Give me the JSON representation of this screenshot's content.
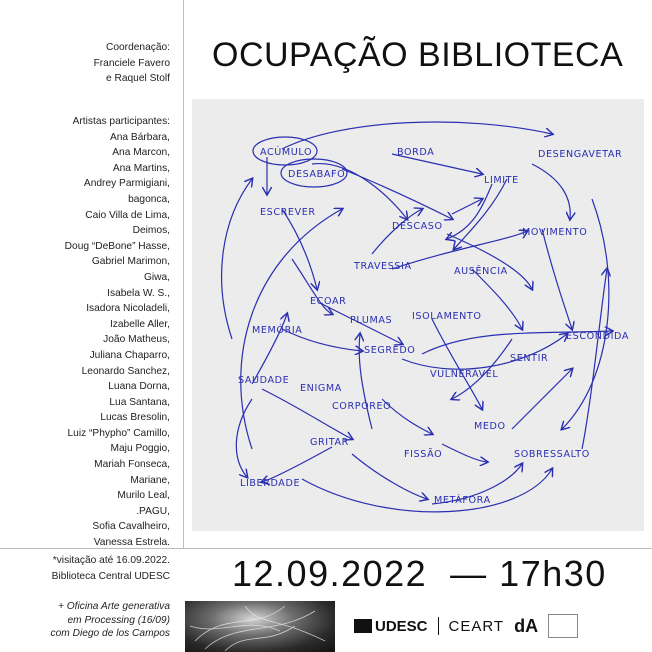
{
  "coordination": {
    "heading": "Coordenação:",
    "names": [
      "Franciele Favero",
      "e Raquel Stolf"
    ]
  },
  "title": "OCUPAÇÃO BIBLIOTECA",
  "artists": {
    "heading": "Artistas participantes:",
    "names": [
      "Ana Bárbara,",
      "Ana Marcon,",
      "Ana Martins,",
      "Andrey Parmigiani,",
      "bagonca,",
      "Caio Villa de Lima,",
      "Deimos,",
      "Doug “DeBone” Hasse,",
      "Gabriel Marimon,",
      "Giwa,",
      "Isabela W. S.,",
      "Isadora Nicoladeli,",
      "Izabelle Aller,",
      "João Matheus,",
      "Juliana Chaparro,",
      "Leonardo Sanchez,",
      "Luana Dorna,",
      "Lua Santana,",
      "Lucas Bresolin,",
      "Luiz “Phypho” Camillo,",
      "Maju Poggio,",
      "Mariah Fonseca,",
      "Mariane,",
      "Murilo Leal,",
      ".PAGU,",
      "Sofia Cavalheiro,",
      "Vanessa Estrela."
    ]
  },
  "visit": [
    "*visitação até 16.09.2022.",
    "Biblioteca Central UDESC"
  ],
  "workshop": [
    "+ Oficina Arte generativa",
    "em Processing (16/09)",
    "com Diego de los Campos"
  ],
  "datetime": "12.09.2022  — 17h30",
  "diagram_words": {
    "acumulo": "ACÚMULO",
    "desabafo": "DESABAFO",
    "escrever": "ESCREVER",
    "borda": "BORDA",
    "desengavetar": "DESENGAVETAR",
    "limite": "LIMITE",
    "descaso": "DESCASO",
    "movimento": "MOVIMENTO",
    "travessia": "TRAVESSIA",
    "ausencia": "AUSÊNCIA",
    "ecoar": "ECOAR",
    "memoria": "MEMÓRIA",
    "plumas": "PLUMAS",
    "isolamento": "ISOLAMENTO",
    "escondida": "ESCONDIDA",
    "segredo": "SEGREDO",
    "sentir": "SENTIR",
    "saudade": "SAUDADE",
    "enigma": "ENIGMA",
    "vulneravel": "VULNERÁVEL",
    "corporeo": "CORPÓREO",
    "medo": "MEDO",
    "gritar": "GRITAR",
    "fissao": "FISSÃO",
    "sobressalto": "SOBRESSALTO",
    "liberdade": "LIBERDADE",
    "metafora": "METÁFORA"
  },
  "logos": {
    "udesc": "UDESC",
    "ceart": "CEART",
    "da": "dA"
  },
  "colors": {
    "ink": "#2a2fb0",
    "paper": "#ececec"
  }
}
